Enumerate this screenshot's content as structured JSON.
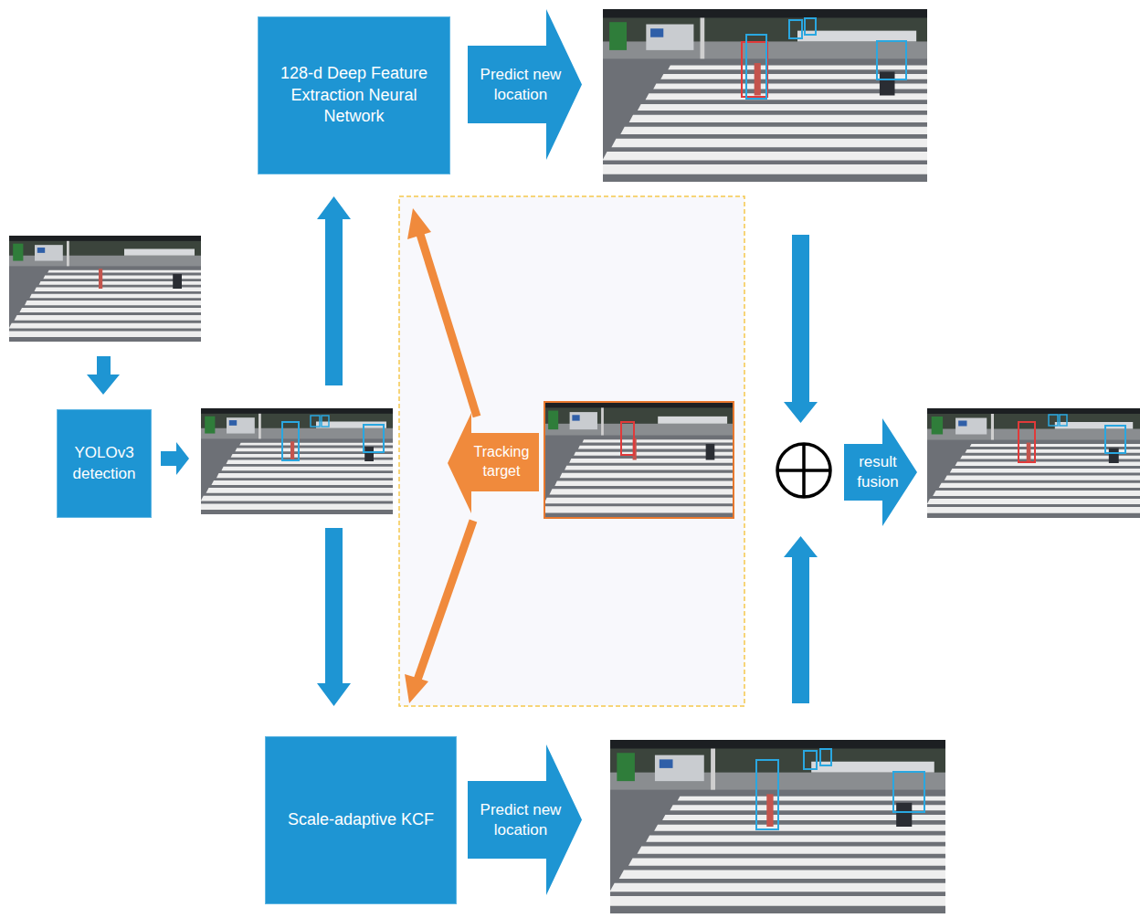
{
  "diagram": {
    "nodes": [
      {
        "text": [
          "128-d Deep Feature Extraction Neural Network"
        ]
      },
      {
        "text": [
          "Predict new location"
        ]
      },
      {
        "text": [
          "YOLOv3 detection"
        ]
      },
      {
        "text": [
          "Tracking target"
        ]
      },
      {
        "text": [
          "result fusion"
        ]
      },
      {
        "text": [
          "Scale-adaptive KCF"
        ]
      },
      {
        "text": [
          "Predict new location"
        ]
      }
    ]
  }
}
